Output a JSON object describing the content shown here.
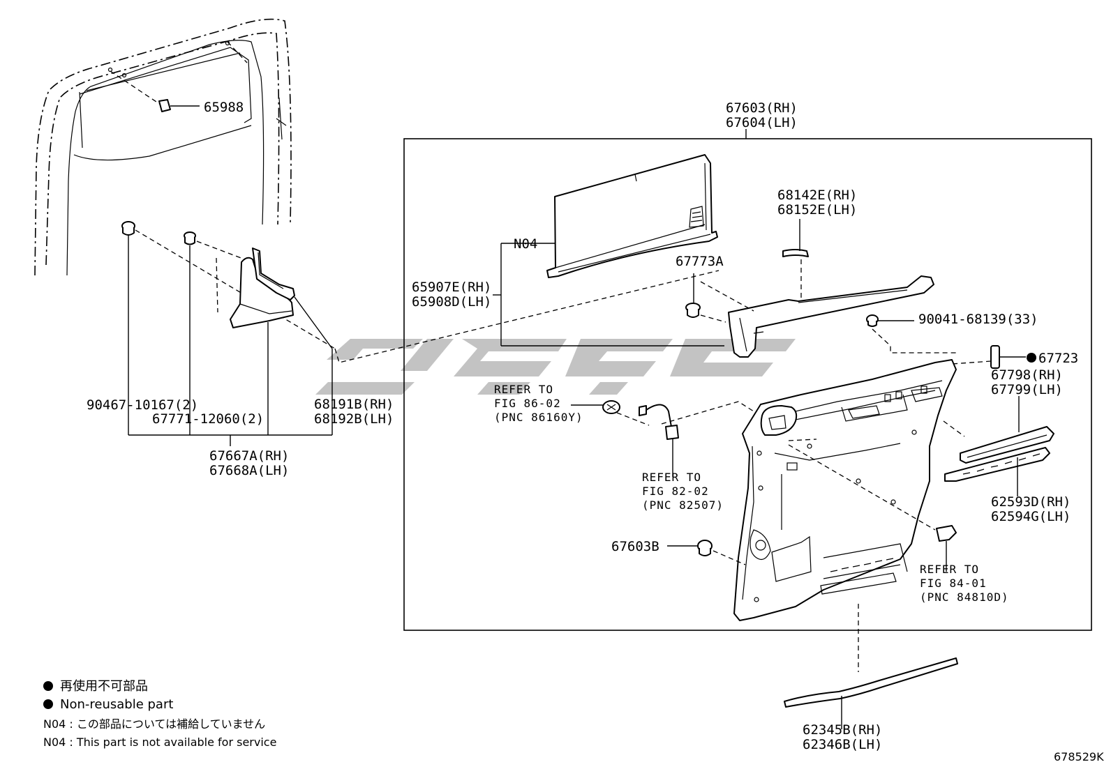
{
  "labels": {
    "p65988": "65988",
    "p67603": "67603(RH)",
    "p67604": "67604(LH)",
    "p68142e": "68142E(RH)",
    "p68152e": "68152E(LH)",
    "pN04": "N04",
    "p67773a": "67773A",
    "p65907e": "65907E(RH)",
    "p65908d": "65908D(LH)",
    "p90041": "90041-68139(33)",
    "p67723": "67723",
    "p67798": "67798(RH)",
    "p67799": "67799(LH)",
    "p90467": "90467-10167(2)",
    "p67771": "67771-12060(2)",
    "p68191b": "68191B(RH)",
    "p68192b": "68192B(LH)",
    "p67667a": "67667A(RH)",
    "p67668a": "67668A(LH)",
    "p67603b": "67603B",
    "p62593d": "62593D(RH)",
    "p62594g": "62594G(LH)",
    "p62345b": "62345B(RH)",
    "p62346b": "62346B(LH)"
  },
  "refs": {
    "r1_l1": "REFER TO",
    "r1_l2": "FIG 86-02",
    "r1_l3": "(PNC 86160Y)",
    "r2_l1": "REFER TO",
    "r2_l2": "FIG 82-02",
    "r2_l3": "(PNC 82507)",
    "r3_l1": "REFER TO",
    "r3_l2": "FIG 84-01",
    "r3_l3": "(PNC 84810D)"
  },
  "legend": {
    "nonreusable_jp": "再使用不可部品",
    "nonreusable_en": "Non-reusable part",
    "n04_jp": "N04 : この部品については補給していません",
    "n04_en": "N04 : This part is not available for service"
  },
  "figure_id": "678529K",
  "watermark": "CIS"
}
